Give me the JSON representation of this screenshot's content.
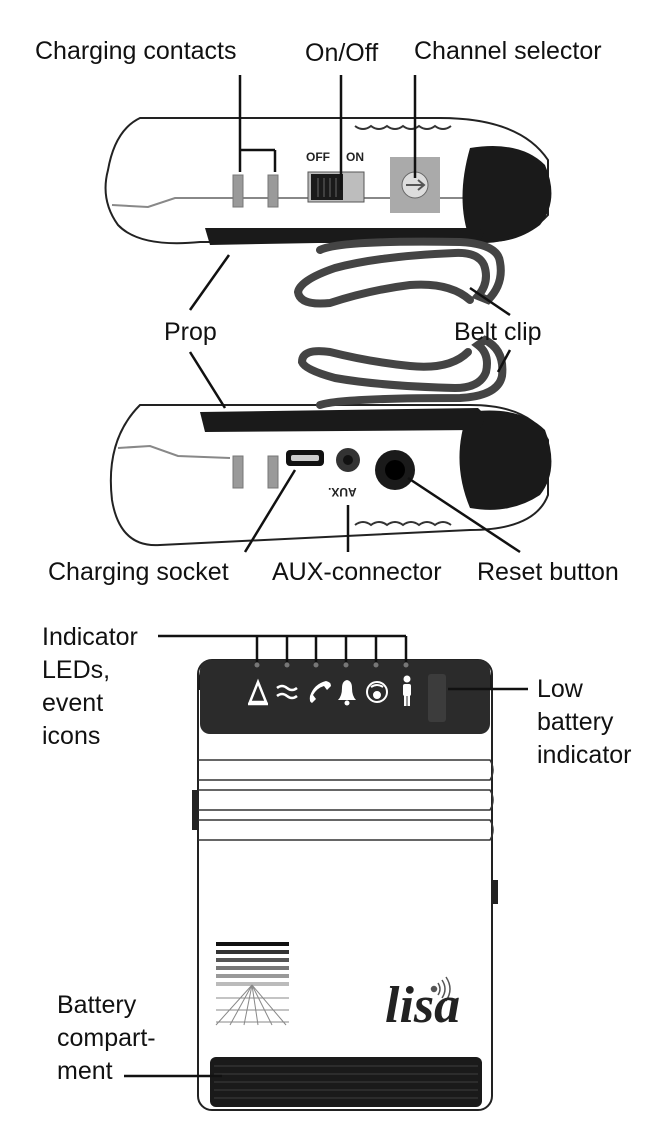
{
  "labels": {
    "charging_contacts": "Charging contacts",
    "on_off": "On/Off",
    "channel_selector": "Channel selector",
    "switch_off": "OFF",
    "switch_on": "ON",
    "prop": "Prop",
    "belt_clip": "Belt clip",
    "aux_marking": "AUX.",
    "charging_socket": "Charging socket",
    "aux_connector": "AUX-connector",
    "reset_button": "Reset button",
    "indicator_leds_line1": "Indicator",
    "indicator_leds_line2": "LEDs,",
    "indicator_leds_line3": "event",
    "indicator_leds_line4": "icons",
    "low_battery_line1": "Low",
    "low_battery_line2": "battery",
    "low_battery_line3": "indicator",
    "battery_line1": "Battery",
    "battery_line2": "compart-",
    "battery_line3": "ment",
    "brand_logo": "lisa"
  },
  "event_icons": [
    "smoke-icon",
    "water-icon",
    "phone-icon",
    "bell-icon",
    "doorbell-icon",
    "person-icon"
  ],
  "colors": {
    "device_dark": "#1a1a1a",
    "outline": "#222222",
    "clip": "#444444",
    "panel": "#2b2b2b",
    "slot_gray": "#9a9a9a"
  }
}
